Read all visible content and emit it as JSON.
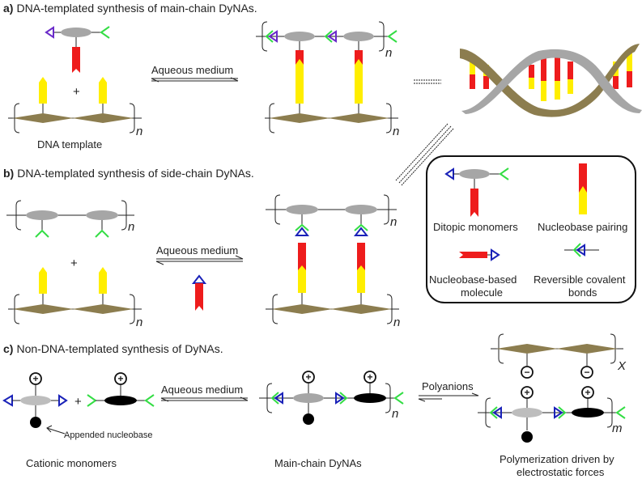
{
  "panels": {
    "a": {
      "letter": "a)",
      "title": "DNA-templated synthesis of main-chain DyNAs.",
      "plus": "+",
      "arrow_label": "Aqueous medium",
      "template_label": "DNA template",
      "repeat_n": "n"
    },
    "b": {
      "letter": "b)",
      "title": "DNA-templated synthesis of side-chain DyNAs.",
      "plus": "+",
      "arrow_label": "Aqueous medium",
      "repeat_n": "n"
    },
    "c": {
      "letter": "c)",
      "title": "Non-DNA-templated synthesis of  DyNAs.",
      "plus": "+",
      "arrow_label": "Aqueous medium",
      "arrow2_label": "Polyanions",
      "annotation": "Appended nucleobase",
      "caption_left": "Cationic monomers",
      "caption_mid": "Main-chain DyNAs",
      "caption_right_1": "Polymerization driven by",
      "caption_right_2": "electrostatic forces",
      "repeat_n": "n",
      "repeat_m": "m",
      "repeat_x": "X",
      "plus_charge": "+",
      "minus_charge": "−"
    }
  },
  "legend": {
    "ditopic": "Ditopic monomers",
    "pairing": "Nucleobase pairing",
    "molecule_1": "Nucleobase-based",
    "molecule_2": "molecule",
    "bonds_1": "Reversible covalent",
    "bonds_2": "bonds"
  },
  "colors": {
    "red": "#ee1c1c",
    "yellow": "#ffee00",
    "gray": "#a6a6a6",
    "olive": "#8c7d4f",
    "green": "#33dd44",
    "purple": "#6a2bc9",
    "blue": "#1a22b8",
    "black": "#000000"
  }
}
